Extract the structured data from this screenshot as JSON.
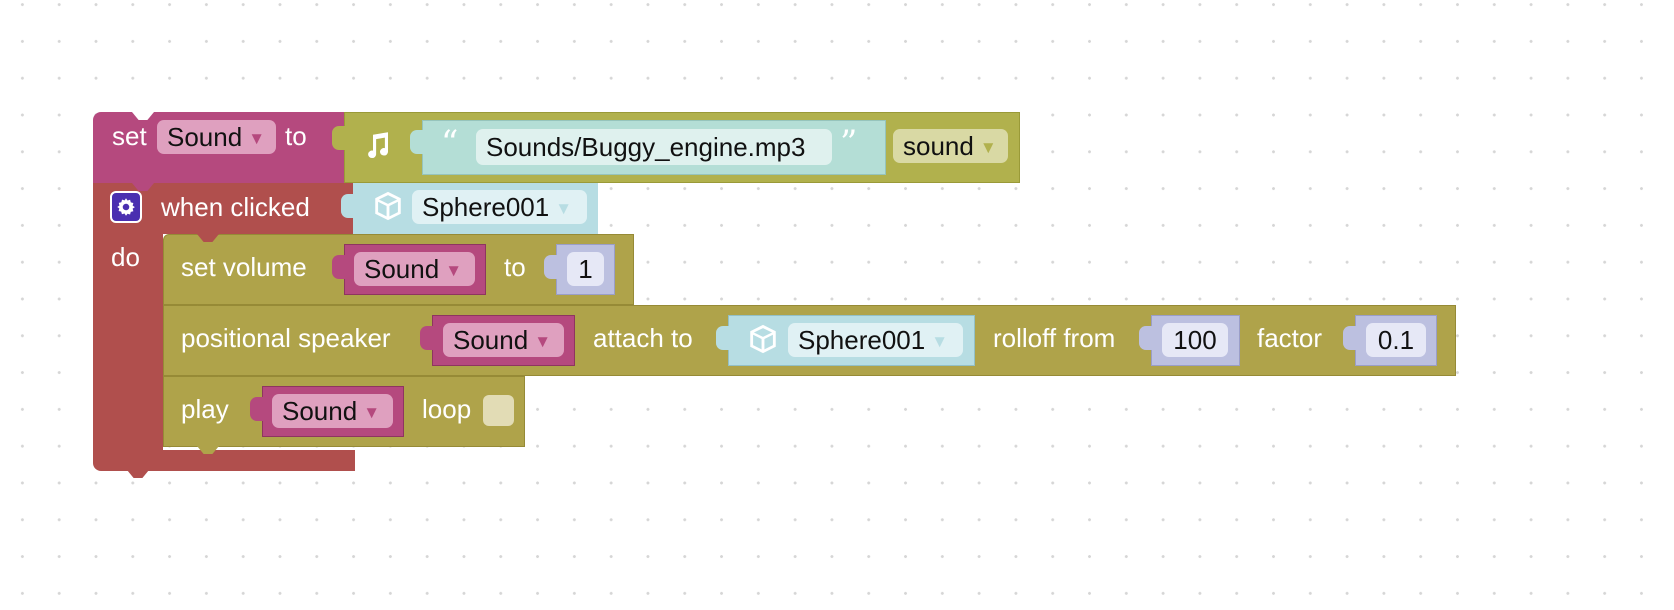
{
  "workspace": {
    "set_block": {
      "set_label": "set",
      "variable": "Sound",
      "to_label": "to",
      "sound_block": {
        "icon": "music-note-icon",
        "path": "Sounds/Buggy_engine.mp3",
        "type_dropdown": "sound"
      }
    },
    "event_block": {
      "icon": "gear-icon",
      "when_label": "when clicked",
      "mesh_icon": "cube-icon",
      "mesh": "Sphere001",
      "do_label": "do",
      "statements": {
        "set_volume": {
          "label": "set volume",
          "variable": "Sound",
          "to_label": "to",
          "value": "1"
        },
        "positional_speaker": {
          "label": "positional speaker",
          "variable": "Sound",
          "attach_label": "attach to",
          "mesh_icon": "cube-icon",
          "mesh": "Sphere001",
          "rolloff_label": "rolloff from",
          "rolloff_value": "100",
          "factor_label": "factor",
          "factor_value": "0.1"
        },
        "play": {
          "label": "play",
          "variable": "Sound",
          "loop_label": "loop",
          "loop_checked": false
        }
      }
    }
  },
  "colors": {
    "variable_block": "#b5497e",
    "variable_field": "#dfa0bf",
    "sound_block": "#b1b14d",
    "string_block": "#b4ded6",
    "string_field": "#dff1ee",
    "event_block": "#b04f4d",
    "mesh_block": "#b7dde3",
    "statement_block": "#afa34a",
    "number_block": "#bcc0e0",
    "number_field": "#e6e8f6",
    "gear_icon_bg": "#4a2fb0"
  }
}
